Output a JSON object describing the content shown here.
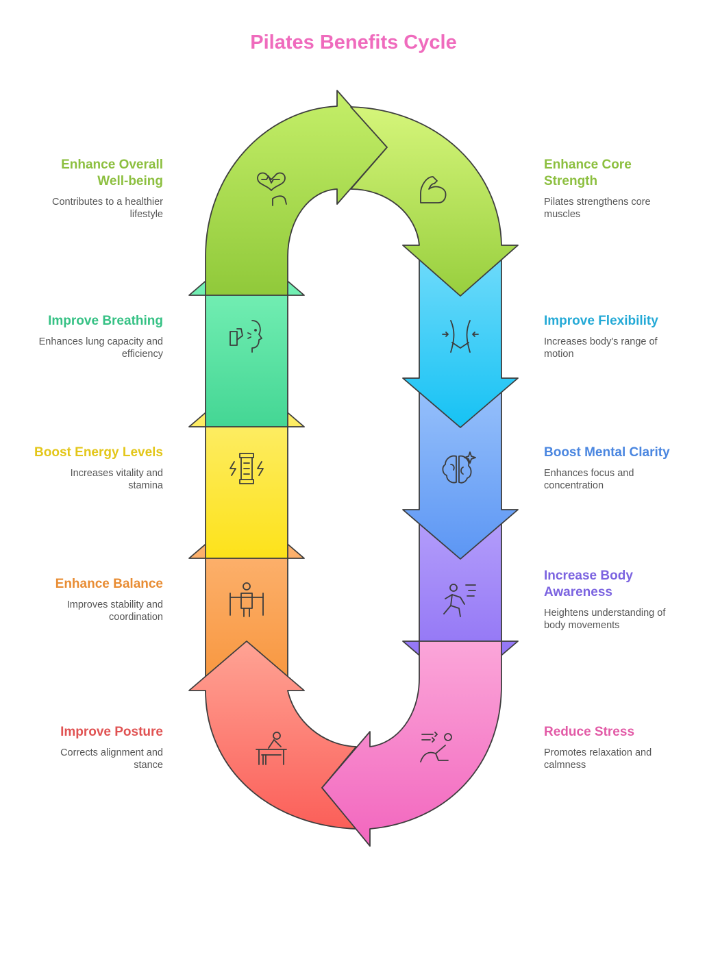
{
  "title": "Pilates Benefits Cycle",
  "steps": [
    {
      "title": "Enhance Core Strength",
      "desc": "Pilates strengthens core muscles",
      "color": "#8cbf3f",
      "icon": "flexed-arm-icon"
    },
    {
      "title": "Improve Flexibility",
      "desc": "Increases body's range of motion",
      "color": "#23a9d6",
      "icon": "waist-icon"
    },
    {
      "title": "Boost Mental Clarity",
      "desc": "Enhances focus and concentration",
      "color": "#4a86e0",
      "icon": "brain-sparkle-icon"
    },
    {
      "title": "Increase Body Awareness",
      "desc": "Heightens understanding of body movements",
      "color": "#7b63e0",
      "icon": "running-person-icon"
    },
    {
      "title": "Reduce Stress",
      "desc": "Promotes relaxation and calmness",
      "color": "#e25aa6",
      "icon": "relaxing-person-icon"
    },
    {
      "title": "Improve Posture",
      "desc": "Corrects alignment and stance",
      "color": "#e05252",
      "icon": "person-at-desk-icon"
    },
    {
      "title": "Enhance Balance",
      "desc": "Improves stability and coordination",
      "color": "#e88c33",
      "icon": "person-balance-bars-icon"
    },
    {
      "title": "Boost Energy Levels",
      "desc": "Increases vitality and stamina",
      "color": "#e3c619",
      "icon": "battery-energy-icon"
    },
    {
      "title": "Improve Breathing",
      "desc": "Enhances lung capacity and efficiency",
      "color": "#35c184",
      "icon": "inhaler-face-icon"
    },
    {
      "title": "Enhance Overall Well-being",
      "desc": "Contributes to a healthier lifestyle",
      "color": "#8cbf3f",
      "icon": "heart-hand-icon"
    }
  ]
}
